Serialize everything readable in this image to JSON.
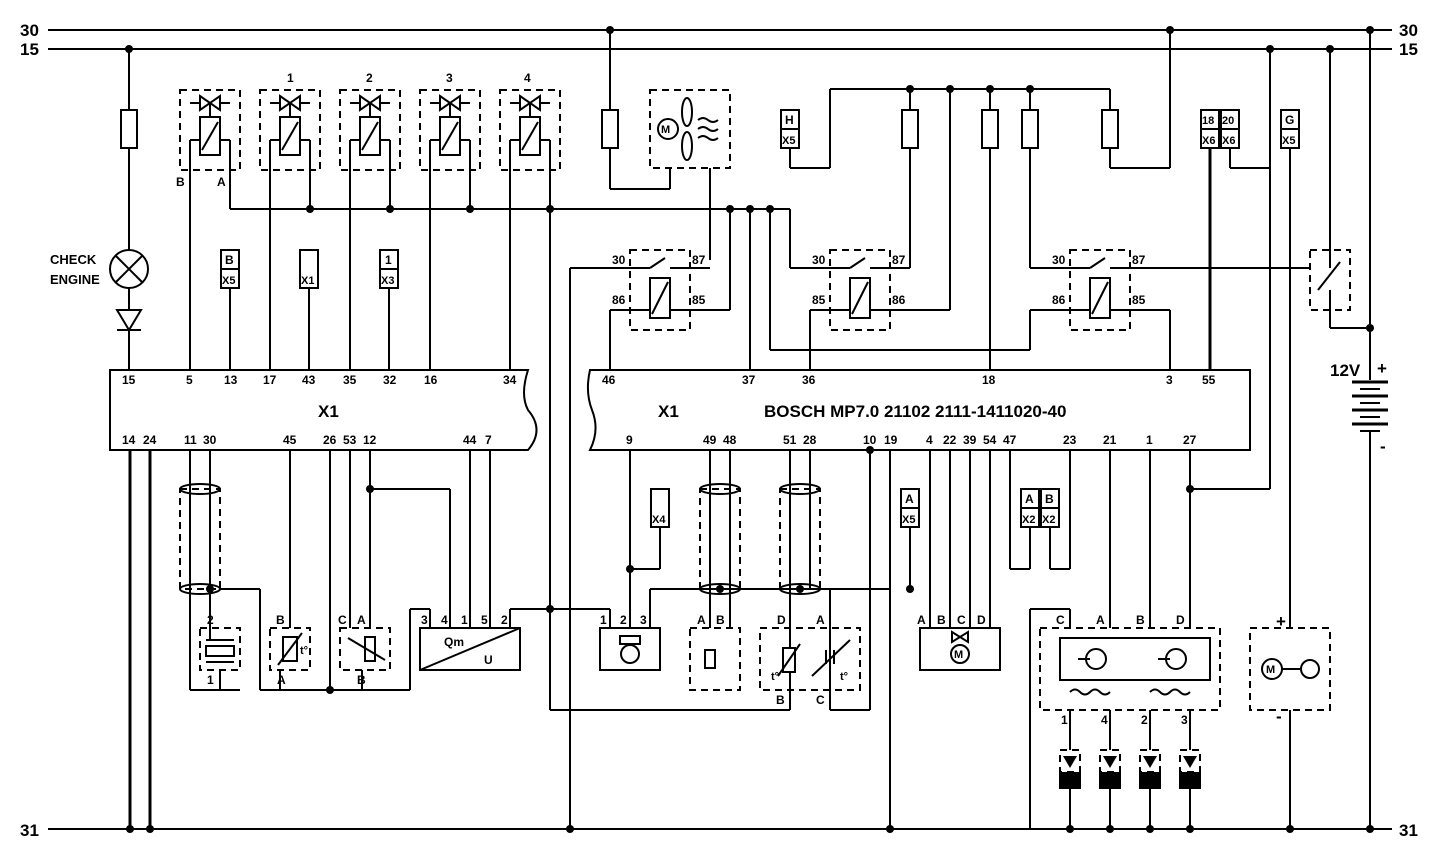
{
  "rails": {
    "r30": "30",
    "r15": "15",
    "r31": "31"
  },
  "ecu": {
    "left_label": "X1",
    "right_label": "X1",
    "title": "BOSCH MP7.0 21102 2111-1411020-40",
    "left_top_pins": [
      "15",
      "5",
      "13",
      "17",
      "43",
      "35",
      "32",
      "16",
      "34"
    ],
    "left_bottom_pins": [
      "14",
      "24",
      "11",
      "30",
      "45",
      "26",
      "53",
      "12",
      "44",
      "7"
    ],
    "right_top_pins": [
      "46",
      "37",
      "36",
      "18",
      "3",
      "55"
    ],
    "right_bottom_pins": [
      "9",
      "49",
      "48",
      "51",
      "28",
      "10",
      "19",
      "4",
      "22",
      "39",
      "54",
      "47",
      "23",
      "21",
      "1",
      "27"
    ]
  },
  "lamp": {
    "line1": "CHECK",
    "line2": "ENGINE"
  },
  "injector_numbers": [
    "1",
    "2",
    "3",
    "4"
  ],
  "connector_tags": {
    "bx5_top": "B",
    "bx5_bottom": "X5",
    "x1": "X1",
    "x3_top": "1",
    "x3_bottom": "X3",
    "hx5_top": "H",
    "hx5_bottom": "X5",
    "x6a_top": "18",
    "x6a_bottom": "X6",
    "x6b_top": "20",
    "x6b_bottom": "X6",
    "gx5_top": "G",
    "gx5_bottom": "X5",
    "x4": "X4",
    "ax5_top": "A",
    "ax5_bottom": "X5",
    "ax2_top": "A",
    "ax2_bottom": "X2",
    "bx2_top": "B",
    "bx2_bottom": "X2"
  },
  "relays": {
    "r1": [
      "30",
      "87",
      "86",
      "85"
    ],
    "r2": [
      "30",
      "87",
      "85",
      "86"
    ],
    "r3": [
      "30",
      "87",
      "86",
      "85"
    ]
  },
  "pins": {
    "B": "B",
    "A": "A",
    "C": "C",
    "D": "D",
    "n1": "1",
    "n2": "2",
    "n3": "3",
    "n4": "4",
    "n5": "5"
  },
  "maf": {
    "qm": "Qm",
    "u": "U"
  },
  "temp_symbol": "t°",
  "battery": {
    "voltage": "12V",
    "plus": "+",
    "minus": "-"
  },
  "motor": {
    "plus": "+",
    "minus": "-"
  }
}
